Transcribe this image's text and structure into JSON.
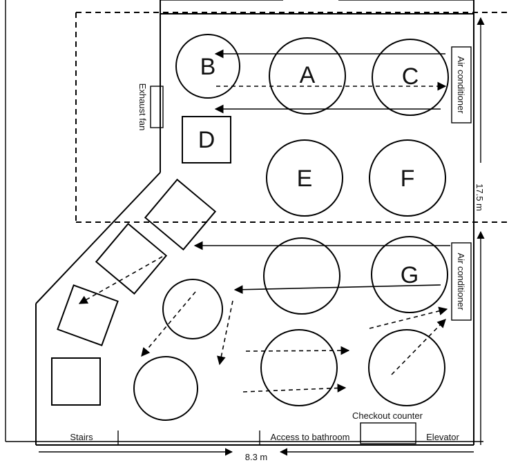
{
  "tables": {
    "A": "A",
    "B": "B",
    "C": "C",
    "D": "D",
    "E": "E",
    "F": "F",
    "G": "G"
  },
  "labels": {
    "exhaust_fan": "Exhaust fan",
    "air_conditioner_top": "Air conditioner",
    "air_conditioner_bottom": "Air conditioner",
    "checkout_counter": "Checkout counter",
    "stairs": "Stairs",
    "access_to_bathroom": "Access to bathroom",
    "elevator": "Elevator",
    "dimension_width": "8.3 m",
    "dimension_length": "17.5 m"
  }
}
